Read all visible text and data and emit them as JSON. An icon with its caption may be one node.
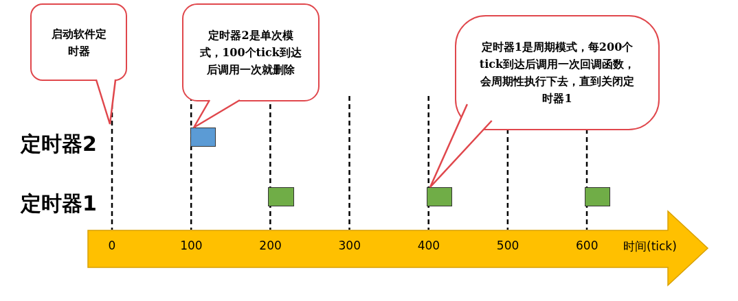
{
  "diagram": {
    "nodes": [
      {
        "text": [
          "启动软件定时器"
        ]
      },
      {
        "text": [
          "定时器2是单次模式，100个tick到达后调用一次就删除"
        ]
      },
      {
        "text": [
          "定时器1是周期模式，每200个tick到达后调用一次回调函数，会周期性执行下去，直到关闭定时器1"
        ]
      },
      {
        "text": [],
        "shape": "bar"
      },
      {
        "text": [],
        "shape": "bar"
      },
      {
        "text": [],
        "shape": "bar"
      },
      {
        "text": [],
        "shape": "bar"
      }
    ],
    "edges": [
      {
        "from": 0,
        "to": null,
        "arrow": "none"
      },
      {
        "from": 1,
        "to": 3,
        "arrow": "none"
      },
      {
        "from": 2,
        "to": 5,
        "arrow": "none"
      }
    ],
    "labels": [
      "定时器2",
      "定时器1",
      "0",
      "100",
      "200",
      "300",
      "400",
      "500",
      "600",
      "时间(tick)"
    ]
  }
}
